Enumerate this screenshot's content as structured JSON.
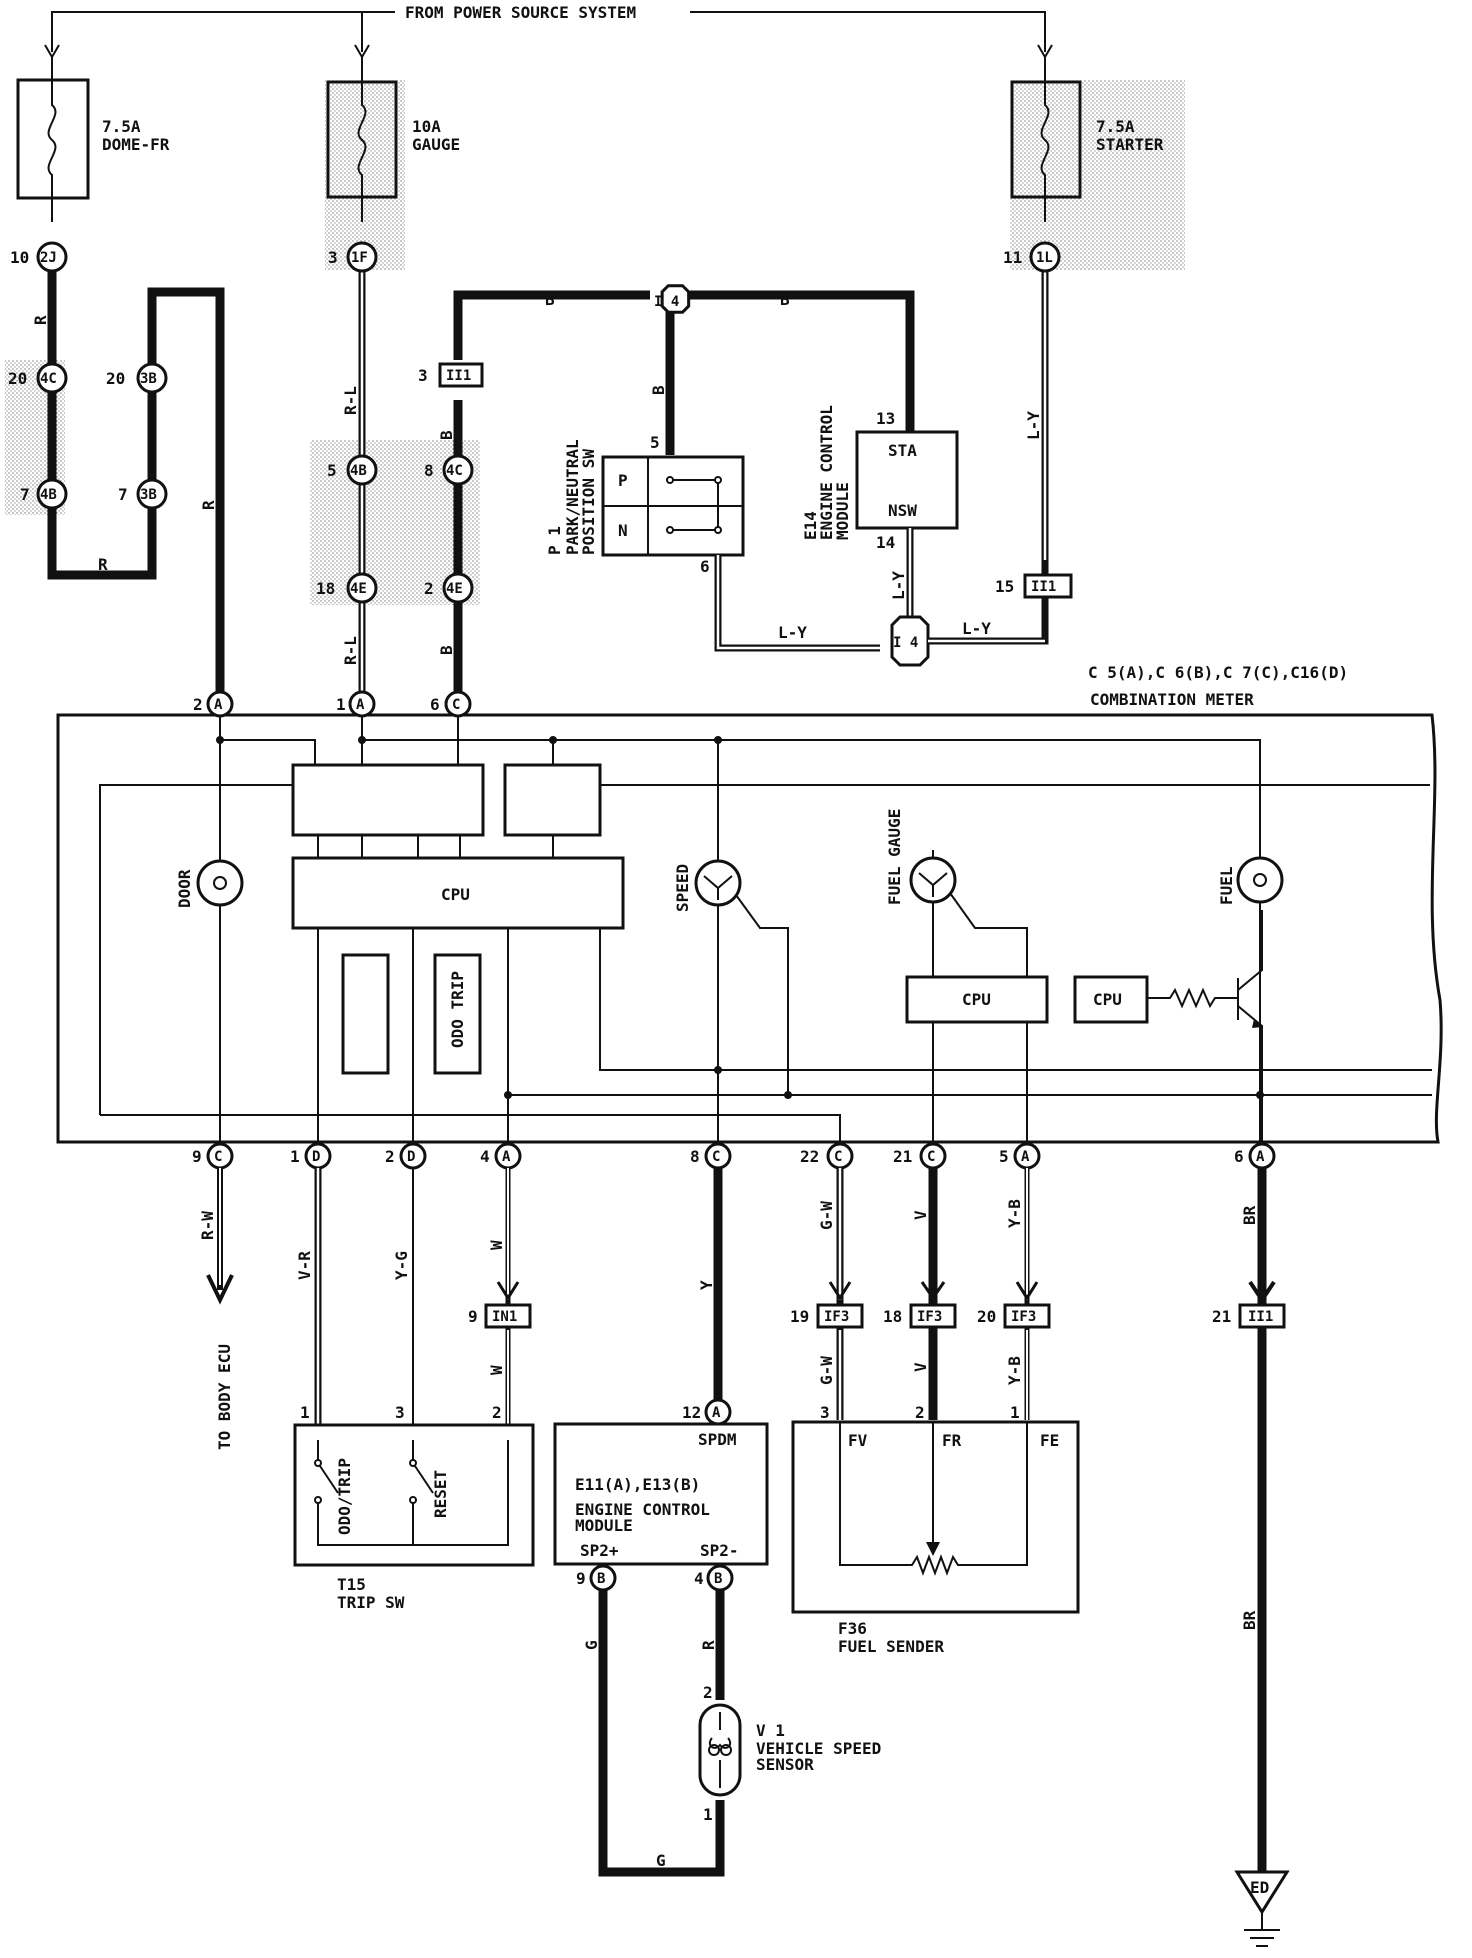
{
  "header": {
    "power_source": "FROM POWER SOURCE SYSTEM"
  },
  "fuses": {
    "dome": {
      "rating": "7.5A",
      "name": "DOME-FR"
    },
    "gauge": {
      "rating": "10A",
      "name": "GAUGE"
    },
    "starter": {
      "rating": "7.5A",
      "name": "STARTER"
    }
  },
  "connectors": {
    "c2J": {
      "pin": "10",
      "id": "2J"
    },
    "c1F": {
      "pin": "3",
      "id": "1F"
    },
    "c1L": {
      "pin": "11",
      "id": "1L"
    },
    "c4C_a": {
      "pin": "20",
      "id": "4C"
    },
    "c3B_a": {
      "pin": "20",
      "id": "3B"
    },
    "c4B_a": {
      "pin": "7",
      "id": "4B"
    },
    "c3B_b": {
      "pin": "7",
      "id": "3B"
    },
    "cII1_a": {
      "pin": "3",
      "id": "II1"
    },
    "c4B_b": {
      "pin": "5",
      "id": "4B"
    },
    "c4C_b": {
      "pin": "8",
      "id": "4C"
    },
    "c4E_a": {
      "pin": "18",
      "id": "4E"
    },
    "c4E_b": {
      "pin": "2",
      "id": "4E"
    },
    "cII1_b": {
      "pin": "15",
      "id": "II1"
    },
    "cI4": {
      "id": "I 4"
    },
    "cIN1": {
      "pin": "9",
      "id": "IN1"
    },
    "cIF3_a": {
      "pin": "19",
      "id": "IF3"
    },
    "cIF3_b": {
      "pin": "18",
      "id": "IF3"
    },
    "cIF3_c": {
      "pin": "20",
      "id": "IF3"
    },
    "cII1_c": {
      "pin": "21",
      "id": "II1"
    }
  },
  "wires": {
    "r": "R",
    "rl": "R-L",
    "b": "B",
    "ly": "L-Y",
    "rw": "R-W",
    "vr": "V-R",
    "yg": "Y-G",
    "w": "W",
    "y": "Y",
    "gw": "G-W",
    "v": "V",
    "yb": "Y-B",
    "br": "BR",
    "g": "G"
  },
  "meter": {
    "header": "C 5(A),C 6(B),C 7(C),C16(D)",
    "name": "COMBINATION METER",
    "cpu": "CPU",
    "odo_trip": "ODO TRIP",
    "door": "DOOR",
    "speed": "SPEED",
    "fuel_gauge": "FUEL GAUGE",
    "fuel": "FUEL",
    "top_pins": [
      {
        "pin": "2",
        "letter": "A"
      },
      {
        "pin": "1",
        "letter": "A"
      },
      {
        "pin": "6",
        "letter": "C"
      }
    ],
    "bottom_pins": [
      {
        "pin": "9",
        "letter": "C"
      },
      {
        "pin": "1",
        "letter": "D"
      },
      {
        "pin": "2",
        "letter": "D"
      },
      {
        "pin": "4",
        "letter": "A"
      },
      {
        "pin": "8",
        "letter": "C"
      },
      {
        "pin": "22",
        "letter": "C"
      },
      {
        "pin": "21",
        "letter": "C"
      },
      {
        "pin": "5",
        "letter": "A"
      },
      {
        "pin": "6",
        "letter": "A"
      }
    ]
  },
  "park_neutral": {
    "code": "P 1",
    "name1": "PARK/NEUTRAL",
    "name2": "POSITION SW",
    "p": "P",
    "n": "N",
    "pin5": "5",
    "pin6": "6"
  },
  "ecm_top": {
    "code": "E14",
    "name1": "ENGINE CONTROL",
    "name2": "MODULE",
    "sta": "STA",
    "nsw": "NSW",
    "pin13": "13",
    "pin14": "14"
  },
  "trip_sw": {
    "code": "T15",
    "name": "TRIP SW",
    "odo_trip": "ODO/TRIP",
    "reset": "RESET",
    "pin1": "1",
    "pin3": "3",
    "pin2": "2"
  },
  "ecm_bottom": {
    "header": "E11(A),E13(B)",
    "name1": "ENGINE CONTROL",
    "name2": "MODULE",
    "spdm": "SPDM",
    "sp2p": "SP2+",
    "sp2m": "SP2-",
    "pin12": "12",
    "pin9": "9",
    "pin4": "4"
  },
  "fuel_sender": {
    "code": "F36",
    "name": "FUEL SENDER",
    "fv": "FV",
    "fr": "FR",
    "fe": "FE",
    "pin3": "3",
    "pin2": "2",
    "pin1": "1"
  },
  "speed_sensor": {
    "code": "V 1",
    "name1": "VEHICLE SPEED",
    "name2": "SENSOR",
    "pin2": "2",
    "pin1": "1"
  },
  "body_ecu": "TO BODY ECU",
  "ground": "ED"
}
